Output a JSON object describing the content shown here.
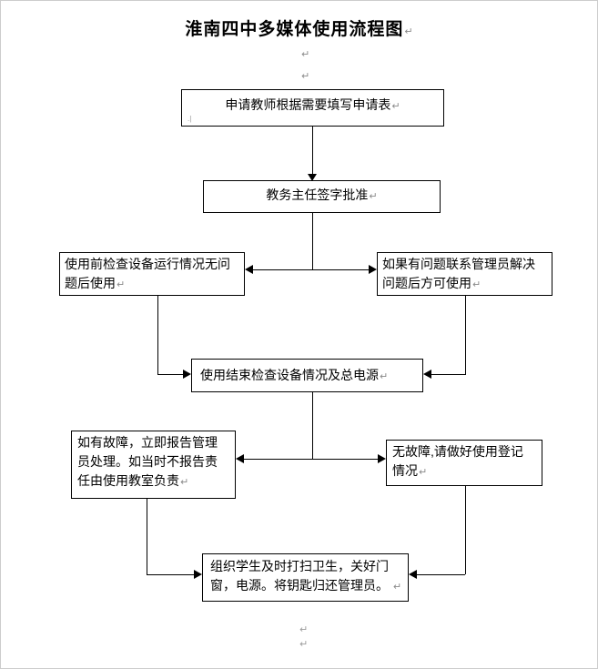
{
  "page": {
    "title": "淮南四中多媒体使用流程图",
    "return_mark": "↵",
    "anchor_mark": ".|"
  },
  "flowchart": {
    "nodes": [
      {
        "id": "apply",
        "lines": [
          "申请教师根据需要填写申请表"
        ]
      },
      {
        "id": "approve",
        "lines": [
          "教务主任签字批准"
        ]
      },
      {
        "id": "check-before",
        "lines": [
          "使用前检查设备运行情况无问",
          "题后使用"
        ]
      },
      {
        "id": "contact-admin",
        "lines": [
          "如果有问题联系管理员解决",
          "问题后方可使用"
        ]
      },
      {
        "id": "check-after",
        "lines": [
          "使用结束检查设备情况及总电源"
        ]
      },
      {
        "id": "fault-report",
        "lines": [
          "如有故障，立即报告管理",
          "员处理。如当时不报告责",
          "任由使用教室负责"
        ]
      },
      {
        "id": "no-fault",
        "lines": [
          "无故障,请做好使用登记",
          "情况"
        ]
      },
      {
        "id": "cleanup",
        "lines": [
          "组织学生及时打扫卫生，关好门",
          "窗，电源。将钥匙归还管理员。"
        ]
      }
    ]
  },
  "colors": {
    "line": "#000000",
    "box_border": "#000000",
    "text": "#000000",
    "return_mark": "#8a8a8a",
    "page_border": "#cccccc",
    "background": "#ffffff"
  }
}
